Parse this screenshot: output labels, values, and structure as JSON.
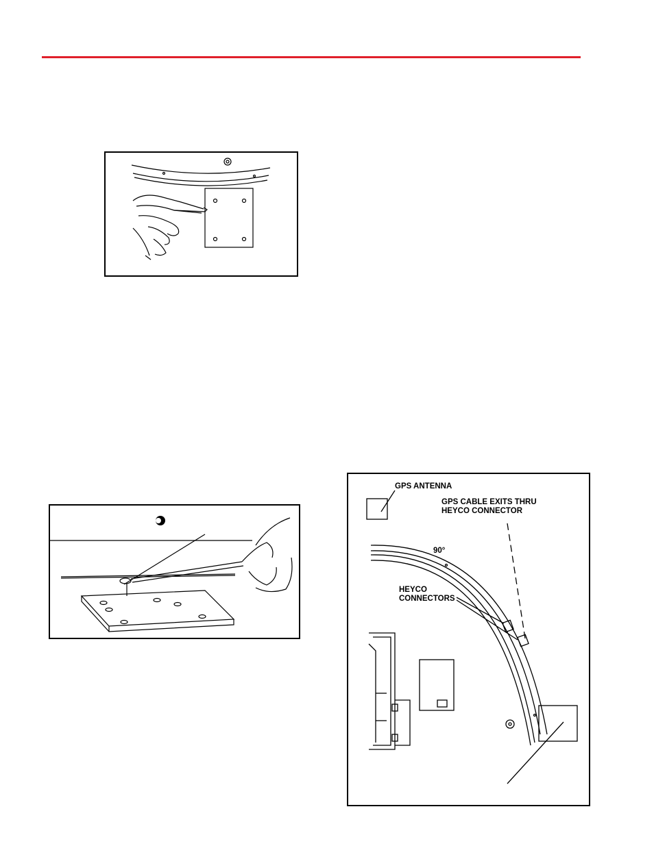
{
  "colors": {
    "accent_rule": "#e0202a",
    "ink": "#000000"
  },
  "figure3": {
    "labels": {
      "gps_antenna": "GPS ANTENNA",
      "cable_exit_line1": "GPS CABLE EXITS THRU",
      "cable_exit_line2": "HEYCO CONNECTOR",
      "angle": "90°",
      "heyco_line1": "HEYCO",
      "heyco_line2": "CONNECTORS"
    }
  }
}
